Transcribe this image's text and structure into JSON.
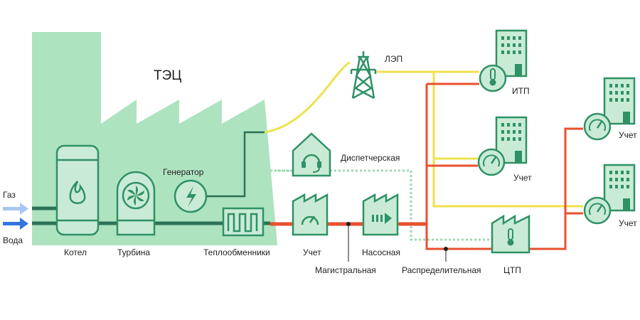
{
  "diagram": {
    "title": "ТЭЦ",
    "inputs": {
      "gas": "Газ",
      "water": "Вода"
    },
    "nodes": {
      "boiler": "Котел",
      "turbine": "Турбина",
      "generator": "Генератор",
      "heat_exchangers": "Теплообменники",
      "meter_plant": "Учет",
      "pump_station": "Насосная",
      "dispatch": "Диспетчерская",
      "power_line": "ЛЭП",
      "itp": "ИТП",
      "ctp": "ЦТП",
      "meter_building_mid": "Учет",
      "meter_building_right_top": "Учет",
      "meter_building_right_bottom": "Учет"
    },
    "pipelines": {
      "main": "Магистральная",
      "distribution": "Распределительная"
    },
    "colors": {
      "plant_fill": "#aee3c0",
      "icon_green": "#2f9165",
      "icon_fill": "#c9ebd6",
      "dark_pipe": "#2d7256",
      "heat_pipe": "#e8502e",
      "power_line_color": "#f0e04c",
      "data_line": "#9fd9b5",
      "gas_arrow": "#a8c6f2",
      "water_arrow": "#3374e3"
    }
  }
}
